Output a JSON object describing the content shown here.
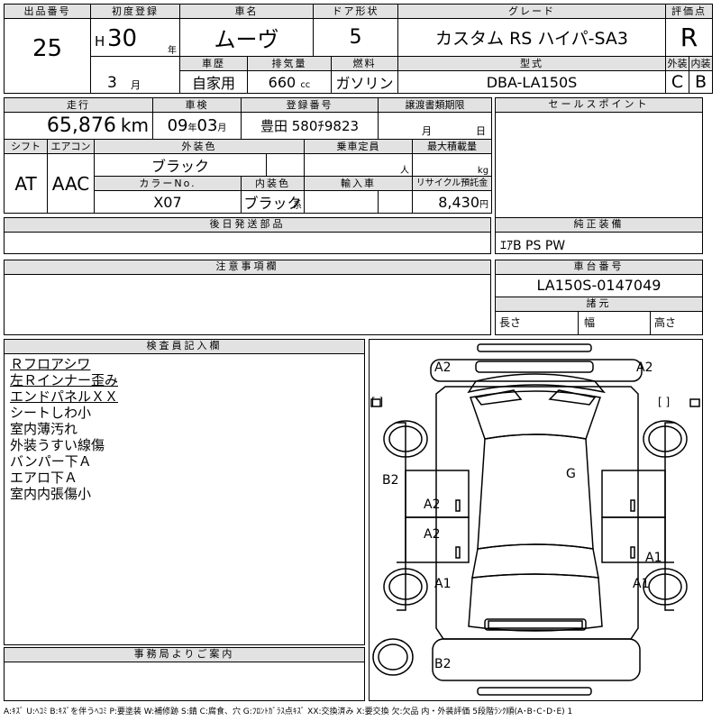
{
  "lot": {
    "label": "出品番号",
    "value": "25"
  },
  "first_reg": {
    "label": "初度登録",
    "era": "H",
    "year": "30",
    "year_unit": "年",
    "month": "3",
    "month_unit": "月"
  },
  "car_name": {
    "label": "車名",
    "value": "ムーヴ"
  },
  "doors": {
    "label": "ドア形状",
    "value": "5"
  },
  "grade": {
    "label": "グレード",
    "value": "カスタム RS ハイパ-SA3"
  },
  "score": {
    "label": "評価点",
    "value": "R"
  },
  "history": {
    "label": "車歴",
    "value": "自家用"
  },
  "displacement": {
    "label": "排気量",
    "value": "660",
    "unit": "cc"
  },
  "fuel": {
    "label": "燃料",
    "value": "ガソリン"
  },
  "model": {
    "label": "型式",
    "value": "DBA-LA150S"
  },
  "exterior_grade": {
    "label": "外装",
    "value": "C"
  },
  "interior_grade": {
    "label": "内装",
    "value": "B"
  },
  "mileage": {
    "label": "走行",
    "value": "65,876",
    "unit": "km"
  },
  "inspection": {
    "label": "車検",
    "year": "09",
    "year_unit": "年",
    "month": "03",
    "month_unit": "月"
  },
  "plate": {
    "label": "登録番号",
    "value": "豊田 580ﾁ9823"
  },
  "transfer": {
    "label": "譲渡書類期限",
    "month_unit": "月",
    "day_unit": "日"
  },
  "sales_point": {
    "label": "セールスポイント"
  },
  "shift": {
    "label": "シフト",
    "value": "AT"
  },
  "ac": {
    "label": "エアコン",
    "value": "AAC"
  },
  "ext_color": {
    "label": "外装色",
    "value": "ブラック"
  },
  "capacity": {
    "label": "乗車定員",
    "unit": "人"
  },
  "max_load": {
    "label": "最大積載量",
    "unit": "kg"
  },
  "color_no": {
    "label": "カラーNo.",
    "value": "X07"
  },
  "int_color": {
    "label": "内装色",
    "value": "ブラック",
    "suffix": "系"
  },
  "import": {
    "label": "輸入車"
  },
  "recycle": {
    "label": "リサイクル預託金",
    "value": "8,430",
    "unit": "円"
  },
  "later_parts": {
    "label": "後日発送部品"
  },
  "genuine": {
    "label": "純正装備",
    "value": "ｴｱB PS PW"
  },
  "notes_box": {
    "label": "注意事項欄"
  },
  "chassis": {
    "label": "車台番号",
    "value": "LA150S-0147049"
  },
  "dims": {
    "label": "諸元",
    "length": "長さ",
    "width": "幅",
    "height": "高さ"
  },
  "inspector": {
    "label": "検査員記入欄",
    "lines": [
      "Ｒフロアシワ",
      "左Ｒインナー歪み",
      "エンドパネルＸＸ",
      "シートしわ小",
      "室内薄汚れ",
      "外装うすい線傷",
      "バンパー下Ａ",
      "エアロ下Ａ",
      "室内内張傷小"
    ]
  },
  "office": {
    "label": "事務局よりご案内"
  },
  "damage": {
    "front_left": "A2",
    "front_right": "A2",
    "left_side": "B2",
    "left_door_front": "A2",
    "left_door_rear": "A2",
    "windshield": "G",
    "rear_left": "A1",
    "rear_right": "A1",
    "rear_quarter_right": "A1",
    "rear": "B2",
    "bracket_left": "[      ]",
    "bracket_right": "[      ]"
  },
  "legend": "A:ｷｽﾞ U:ﾍｺﾐ B:ｷｽﾞを伴うﾍｺﾐ P:要塗装 W:補修跡 S:錆 C:腐食、穴 G:ﾌﾛﾝﾄｶﾞﾗｽ点ｷｽﾞ XX:交換済み X:要交換 欠:欠品 内・外装評価 5段階ﾗﾝｸ順(A･B･C･D･E) 1"
}
